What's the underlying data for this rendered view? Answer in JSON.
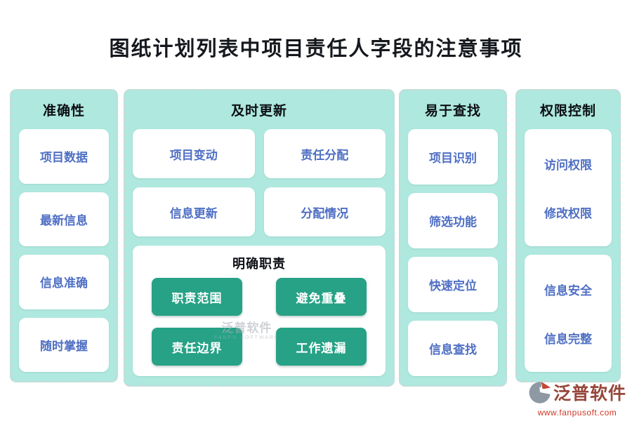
{
  "page": {
    "title": "图纸计划列表中项目责任人字段的注意事项"
  },
  "colors": {
    "panel_mint": "#AEE8DE",
    "panel_border": "#CCD8D4",
    "card_text_blue": "#4F6FC4",
    "button_green": "#27A286",
    "title_dark": "#15181D",
    "logo_text": "#96473B",
    "logo_url_red": "#CE3626"
  },
  "columns": [
    {
      "header": "准确性",
      "items": [
        "项目数据",
        "最新信息",
        "信息准确",
        "随时掌握"
      ]
    },
    {
      "header": "及时更新",
      "items": [
        "项目变动",
        "责任分配",
        "信息更新",
        "分配情况"
      ],
      "subsection": {
        "header": "明确职责",
        "buttons": [
          "职责范围",
          "避免重叠",
          "责任边界",
          "工作遗漏"
        ]
      }
    },
    {
      "header": "易于查找",
      "items": [
        "项目识别",
        "筛选功能",
        "快速定位",
        "信息查找"
      ]
    },
    {
      "header": "权限控制",
      "groups": [
        [
          "访问权限",
          "修改权限"
        ],
        [
          "信息安全",
          "信息完整"
        ]
      ]
    }
  ],
  "watermark": {
    "text": "泛普软件",
    "subtext": "FANPU SOFTWARE"
  },
  "footer_logo": {
    "name": "泛普软件",
    "url": "www.fanpusoft.com"
  }
}
